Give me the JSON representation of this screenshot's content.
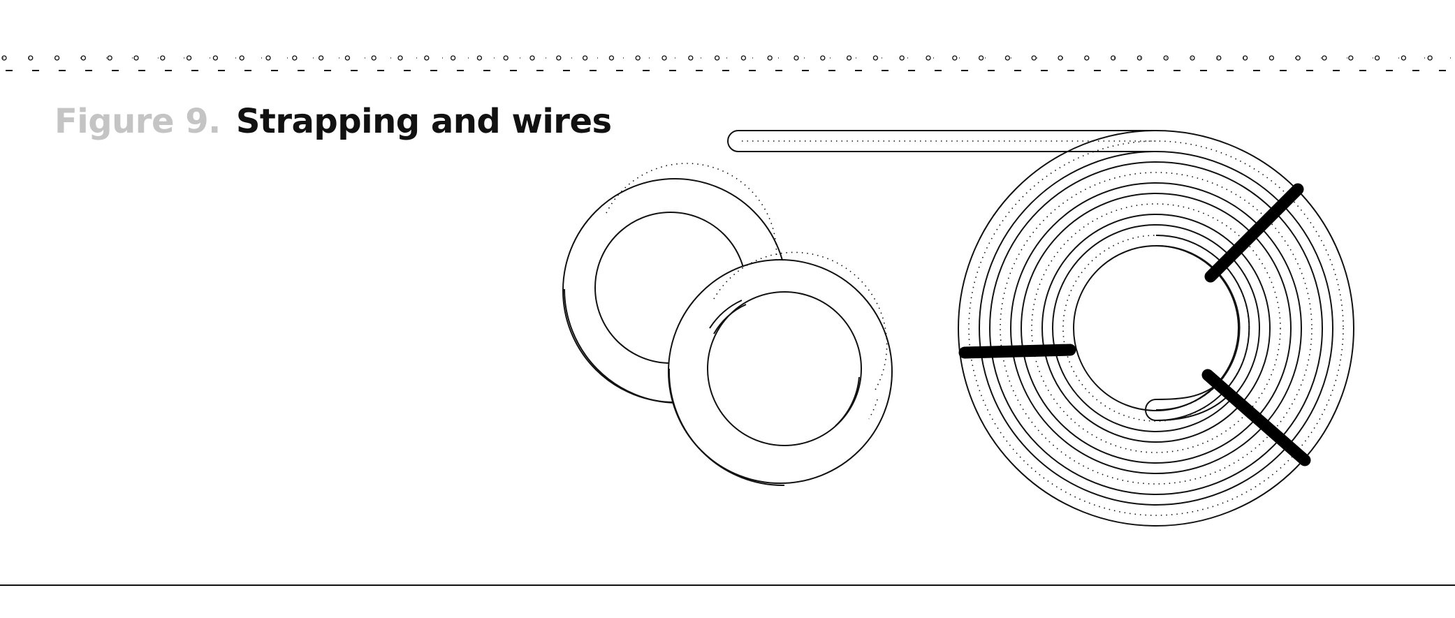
{
  "figure": {
    "number_label": "Figure 9.",
    "title": "Strapping and wires"
  },
  "colors": {
    "figure_number": "#c4c4c4",
    "title": "#111111",
    "line_art": "#111111",
    "background": "#ffffff"
  },
  "illustration": {
    "loose_rings": 2,
    "spiral_coil_turns": 4,
    "straps": 3
  }
}
